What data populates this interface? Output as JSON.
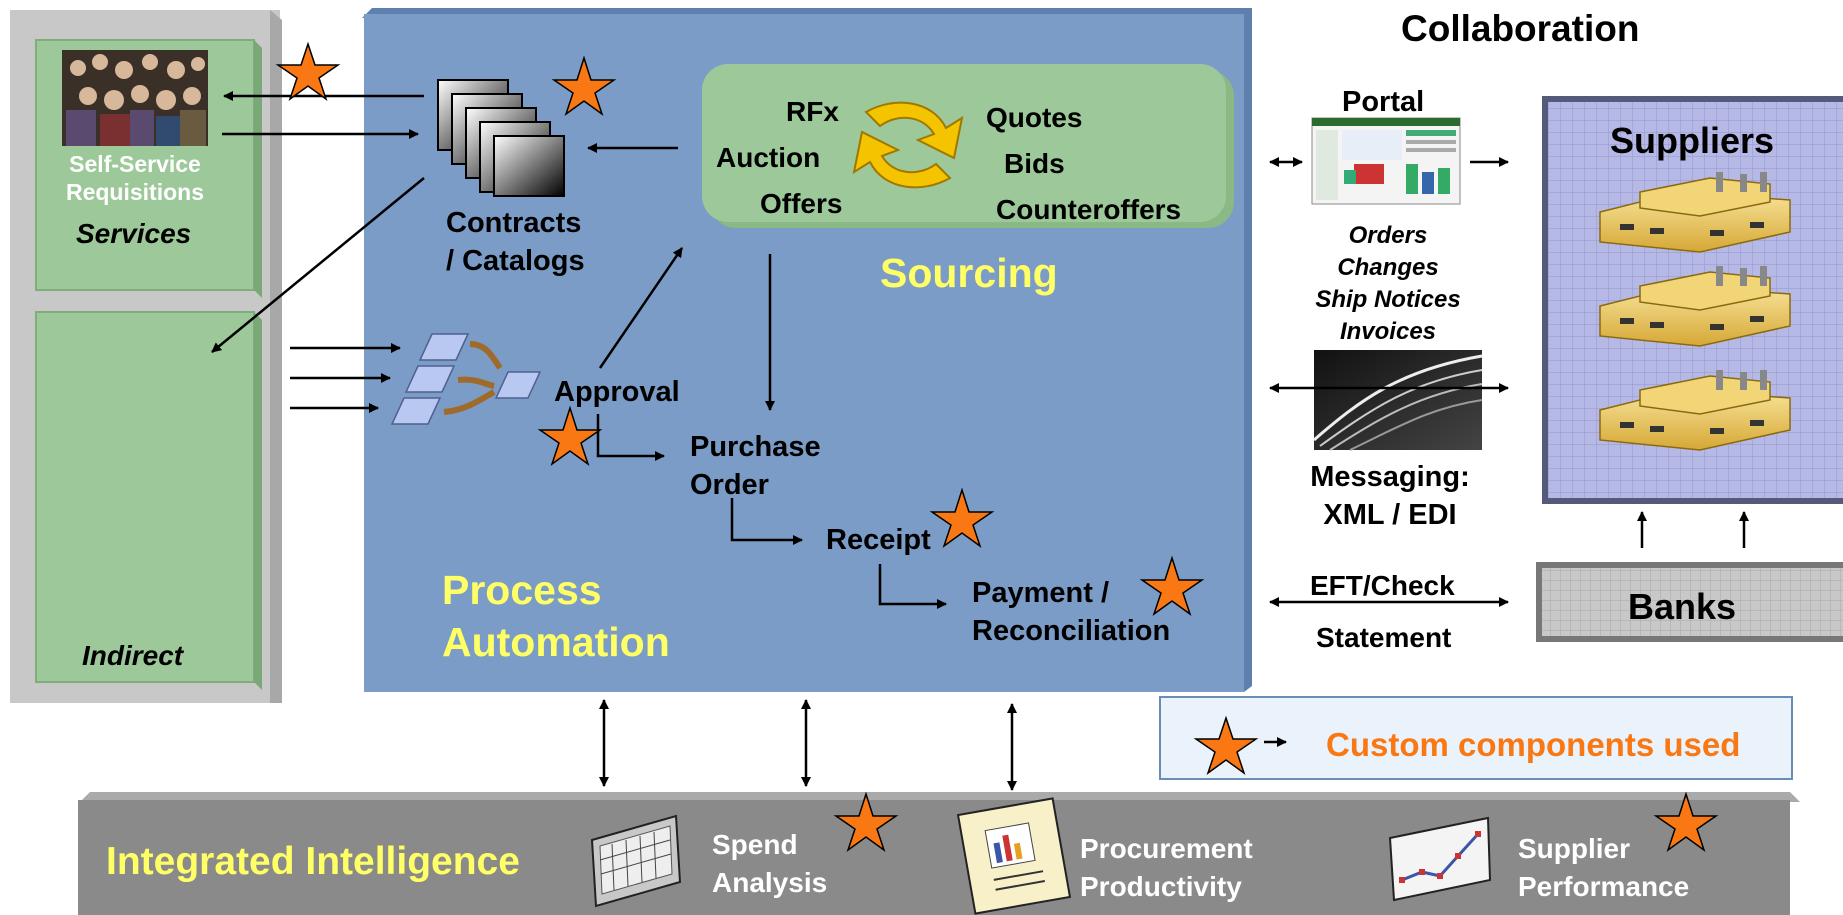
{
  "collaboration": {
    "title": "Collaboration"
  },
  "left": {
    "self_service": "Self-Service\nRequisitions",
    "services": "Services",
    "indirect": "Indirect"
  },
  "contracts": "Contracts\n/ Catalogs",
  "sourcing": {
    "rfx": "RFx",
    "auction": "Auction",
    "offers": "Offers",
    "quotes": "Quotes",
    "bids": "Bids",
    "counteroffers": "Counteroffers",
    "title": "Sourcing"
  },
  "flow": {
    "approval": "Approval",
    "purchase_order": "Purchase\nOrder",
    "receipt": "Receipt",
    "payment": "Payment /\nReconciliation",
    "process_automation": "Process\nAutomation"
  },
  "portal": {
    "title": "Portal",
    "docs": "Orders\nChanges\nShip Notices\nInvoices"
  },
  "messaging": "Messaging:\nXML / EDI",
  "eft": {
    "title": "EFT/Check",
    "statement": "Statement"
  },
  "suppliers": "Suppliers",
  "banks": "Banks",
  "legend": {
    "label": "Custom components used"
  },
  "intelligence": {
    "title": "Integrated Intelligence",
    "spend": "Spend\nAnalysis",
    "productivity": "Procurement\nProductivity",
    "performance": "Supplier\nPerformance"
  },
  "colors": {
    "panel_blue": "#7a9cc6",
    "green_box": "#9dc99a",
    "star_orange": "#f97814",
    "legend_text": "#f97814",
    "yellow_text": "#ffff66",
    "bar_gray": "#8a8a8a",
    "supplier_bg": "#b6b9e6"
  },
  "icons": [
    "star-icon",
    "catalog-stack-icon",
    "cycle-arrows-icon",
    "document-flow-icon",
    "portal-screen-icon",
    "highway-photo-icon",
    "factory-icon",
    "people-photo-icon",
    "spreadsheet-icon",
    "report-icon",
    "line-chart-icon"
  ]
}
